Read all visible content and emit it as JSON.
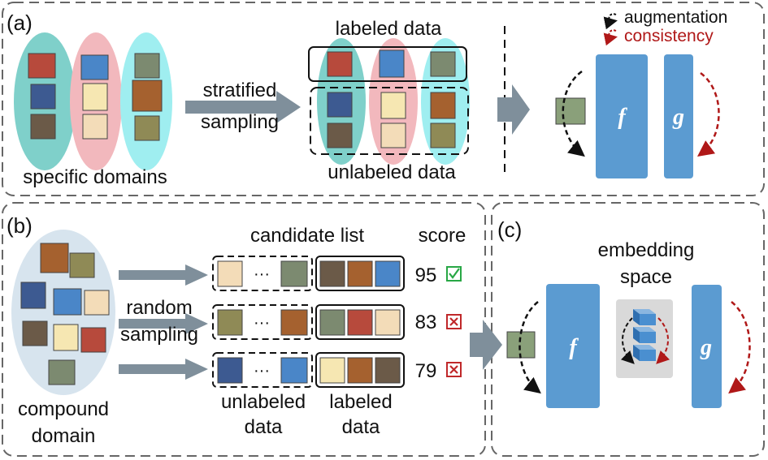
{
  "panel_a": {
    "label": "(a)",
    "domains_caption": "specific domains",
    "arrow_label_1": "stratified",
    "arrow_label_2": "sampling",
    "labeled_caption": "labeled data",
    "unlabeled_caption": "unlabeled data",
    "legend_augmentation": "augmentation",
    "legend_consistency": "consistency",
    "f_label": "f",
    "g_label": "g"
  },
  "panel_b": {
    "label": "(b)",
    "compound_1": "compound",
    "compound_2": "domain",
    "arrow_label_1": "random",
    "arrow_label_2": "sampling",
    "candidate_header": "candidate list",
    "score_header": "score",
    "ellipsis": "···",
    "rows": [
      {
        "score": "95",
        "status": "check"
      },
      {
        "score": "83",
        "status": "cross"
      },
      {
        "score": "79",
        "status": "cross"
      }
    ],
    "unlabeled_1": "unlabeled",
    "unlabeled_2": "data",
    "labeled_1": "labeled",
    "labeled_2": "data"
  },
  "panel_c": {
    "label": "(c)",
    "embedding_1": "embedding",
    "embedding_2": "space",
    "f_label": "f",
    "g_label": "g"
  },
  "colors": {
    "teal": "#7fd0ca",
    "pink": "#f2b8bd",
    "cyan": "#9feef0",
    "model_blue": "#5b9bd1",
    "arrow_gray": "#7f8f9b",
    "compound": "#d7e4ee",
    "check_green": "#28a745",
    "cross_red": "#c0282a"
  }
}
